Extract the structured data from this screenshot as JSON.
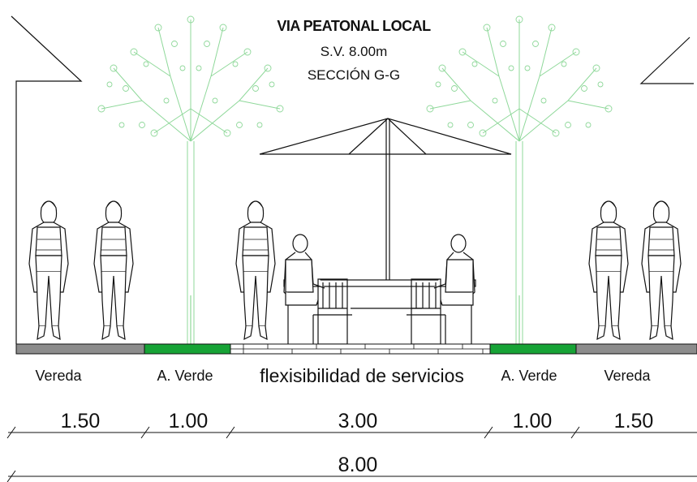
{
  "title": {
    "name": "VIA PEATONAL LOCAL",
    "width": "S.V. 8.00m",
    "section": "SECCIÓN G-G"
  },
  "zones": [
    {
      "label": "Vereda",
      "width": "1.50",
      "surface": "pavement"
    },
    {
      "label": "A. Verde",
      "width": "1.00",
      "surface": "green"
    },
    {
      "label": "flexisibilidad de servicios",
      "width": "3.00",
      "surface": "paving"
    },
    {
      "label": "A. Verde",
      "width": "1.00",
      "surface": "green"
    },
    {
      "label": "Vereda",
      "width": "1.50",
      "surface": "pavement"
    }
  ],
  "total_width": "8.00",
  "colors": {
    "pavement": "#8c8c8c",
    "green_area": "#17a336",
    "tree": "#7fcf8a",
    "line": "#111111"
  }
}
